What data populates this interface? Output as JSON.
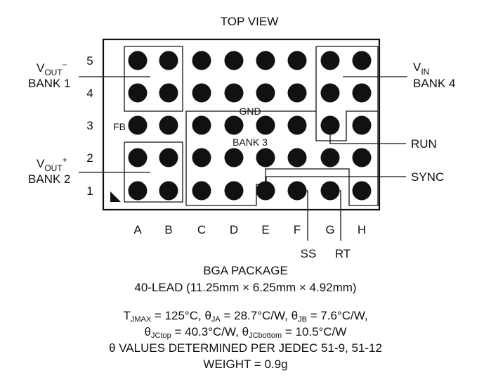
{
  "title": "TOP VIEW",
  "columns": [
    "A",
    "B",
    "C",
    "D",
    "E",
    "F",
    "G",
    "H"
  ],
  "rows": [
    "5",
    "4",
    "3",
    "2",
    "1"
  ],
  "labels": {
    "vout_minus": {
      "v": "V",
      "sub": "OUT",
      "sup": "–",
      "bank": "BANK 1"
    },
    "vout_plus": {
      "v": "V",
      "sub": "OUT",
      "sup": "+",
      "bank": "BANK 2"
    },
    "vin": {
      "v": "V",
      "sub": "IN",
      "bank": "BANK 4"
    },
    "gnd": "GND",
    "gnd_bank": "BANK 3",
    "fb": "FB",
    "run": "RUN",
    "sync": "SYNC",
    "ss": "SS",
    "rt": "RT"
  },
  "package": {
    "line1": "BGA PACKAGE",
    "line2": "40-LEAD (11.25mm × 6.25mm × 4.92mm)"
  },
  "thermal": {
    "tjmax": {
      "sym": "T",
      "sub": "JMAX",
      "val": " = 125°C, "
    },
    "tja": {
      "sym": "θ",
      "sub": "JA",
      "val": " = 28.7°C/W, "
    },
    "tjb": {
      "sym": "θ",
      "sub": "JB",
      "val": " = 7.6°C/W,"
    },
    "tjctop": {
      "sym": "θ",
      "sub": "JCtop",
      "val": " = 40.3°C/W, "
    },
    "tjcbottom": {
      "sym": "θ",
      "sub": "JCbottom",
      "val": " = 10.5°C/W"
    },
    "jedec": "θ VALUES DETERMINED PER JEDEC 51-9, 51-12",
    "weight": "WEIGHT = 0.9g"
  }
}
